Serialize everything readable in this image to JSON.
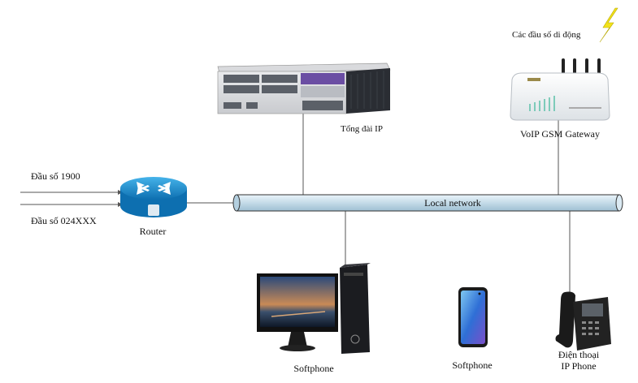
{
  "labels": {
    "mobile_numbers": "Các đầu số di động",
    "pbx": "Tổng đài IP",
    "gateway": "VoIP GSM Gateway",
    "line_1900": "Đầu số 1900",
    "line_024": "Đầu số 024XXX",
    "router": "Router",
    "local_network": "Local network",
    "softphone_pc": "Softphone",
    "softphone_mobile": "Softphone",
    "ip_phone_line1": "Điện thoại",
    "ip_phone_line2": "IP Phone"
  },
  "colors": {
    "router_body": "#1a8fd1",
    "network_tube": "#cfe3ee",
    "lightning": "#f2e21a"
  },
  "icons": [
    "pbx-server-icon",
    "gsm-gateway-icon",
    "router-icon",
    "desktop-pc-icon",
    "smartphone-icon",
    "ip-phone-icon",
    "lightning-icon"
  ]
}
